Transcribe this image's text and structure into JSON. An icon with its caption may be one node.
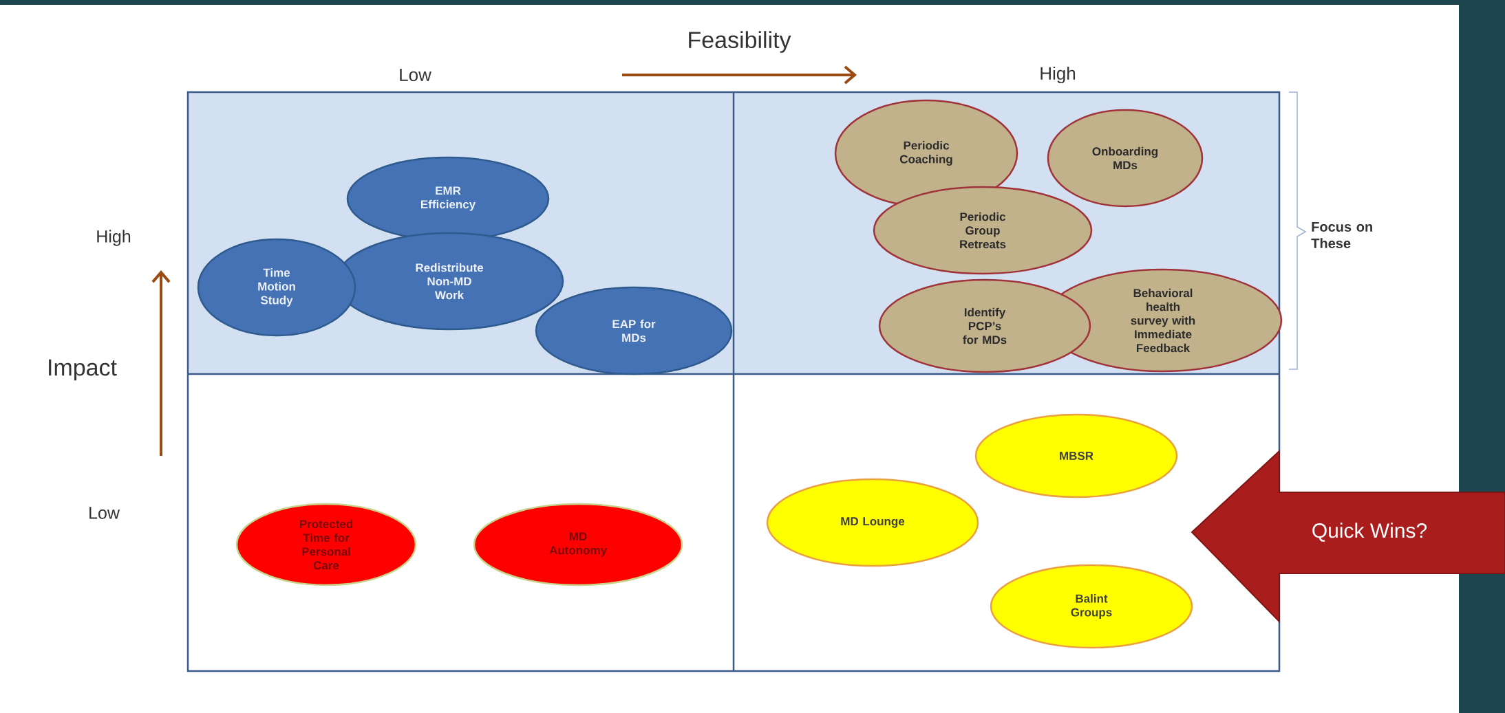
{
  "diagram": {
    "nodes": [
      {
        "text": [
          "EMR Efficiency"
        ]
      },
      {
        "text": [
          "Time Motion Study"
        ]
      },
      {
        "text": [
          "Redistribute Non-MD Work"
        ]
      },
      {
        "text": [
          "EAP for MDs"
        ]
      },
      {
        "text": [
          "Periodic Coaching"
        ]
      },
      {
        "text": [
          "Onboarding MDs"
        ]
      },
      {
        "text": [
          "Periodic Group Retreats"
        ]
      },
      {
        "text": [
          "Identify PCP’s for MDs"
        ]
      },
      {
        "text": [
          "Behavioral health survey with Immediate Feedback"
        ]
      },
      {
        "text": [
          "Protected Time for Personal Care"
        ]
      },
      {
        "text": [
          "MD Autonomy"
        ]
      },
      {
        "text": [
          "MBSR"
        ]
      },
      {
        "text": [
          "MD Lounge"
        ]
      },
      {
        "text": [
          "Balint Groups"
        ]
      },
      {
        "text": [
          "Quick Wins?"
        ]
      }
    ],
    "labels": [
      "Feasibility",
      "Low",
      "High",
      "High",
      "Impact",
      "Low",
      "Focus on These"
    ]
  }
}
